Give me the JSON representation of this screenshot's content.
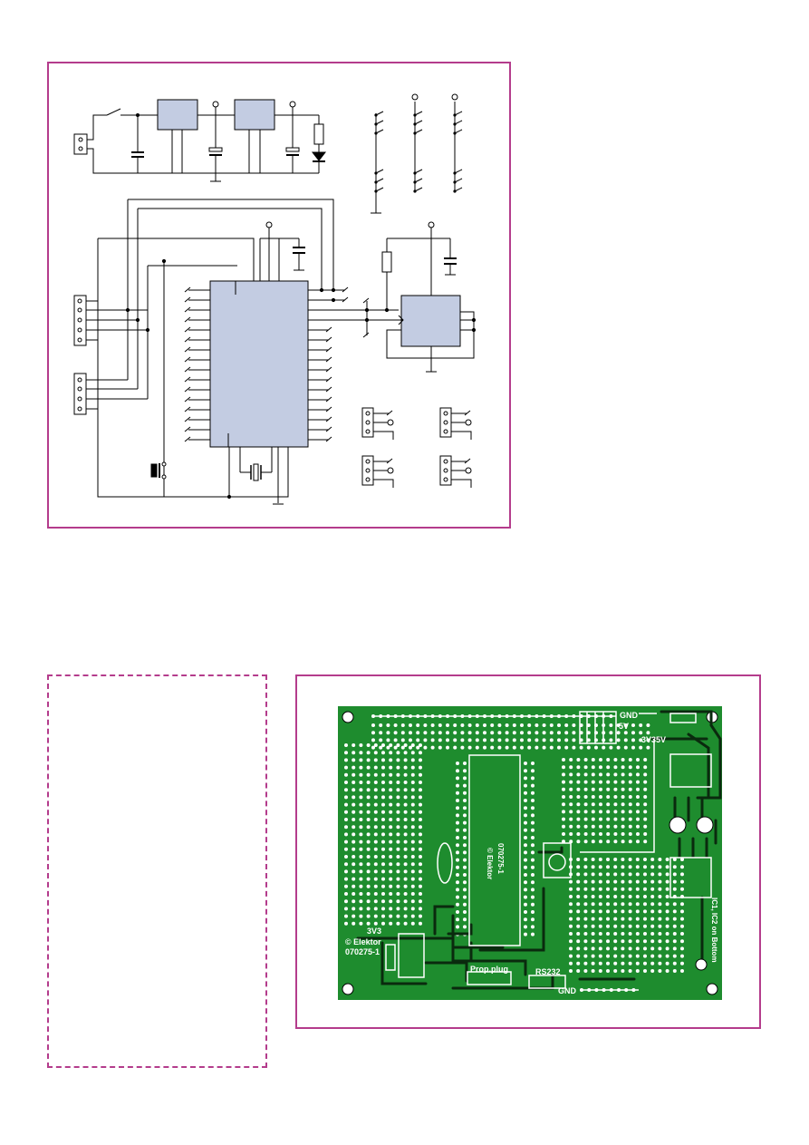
{
  "pcb": {
    "labels": {
      "gnd_top": "GND",
      "v5": "5V",
      "v3v5": "3V35V",
      "v3v3": "3V3",
      "copyright": "© Elektor",
      "board_no": "070275-1",
      "prop_plug": "Prop.plug",
      "rs232": "RS232",
      "gnd_bottom": "GND",
      "ic_note": "IC1, IC2 on Bottom",
      "mirror_no": "070275-1",
      "mirror_copyright": "© Elektor"
    }
  },
  "colors": {
    "frame": "#b43c8c",
    "ic_fill": "#c3cce2",
    "pcb_green": "#1e8c2e",
    "wire": "#000000"
  }
}
